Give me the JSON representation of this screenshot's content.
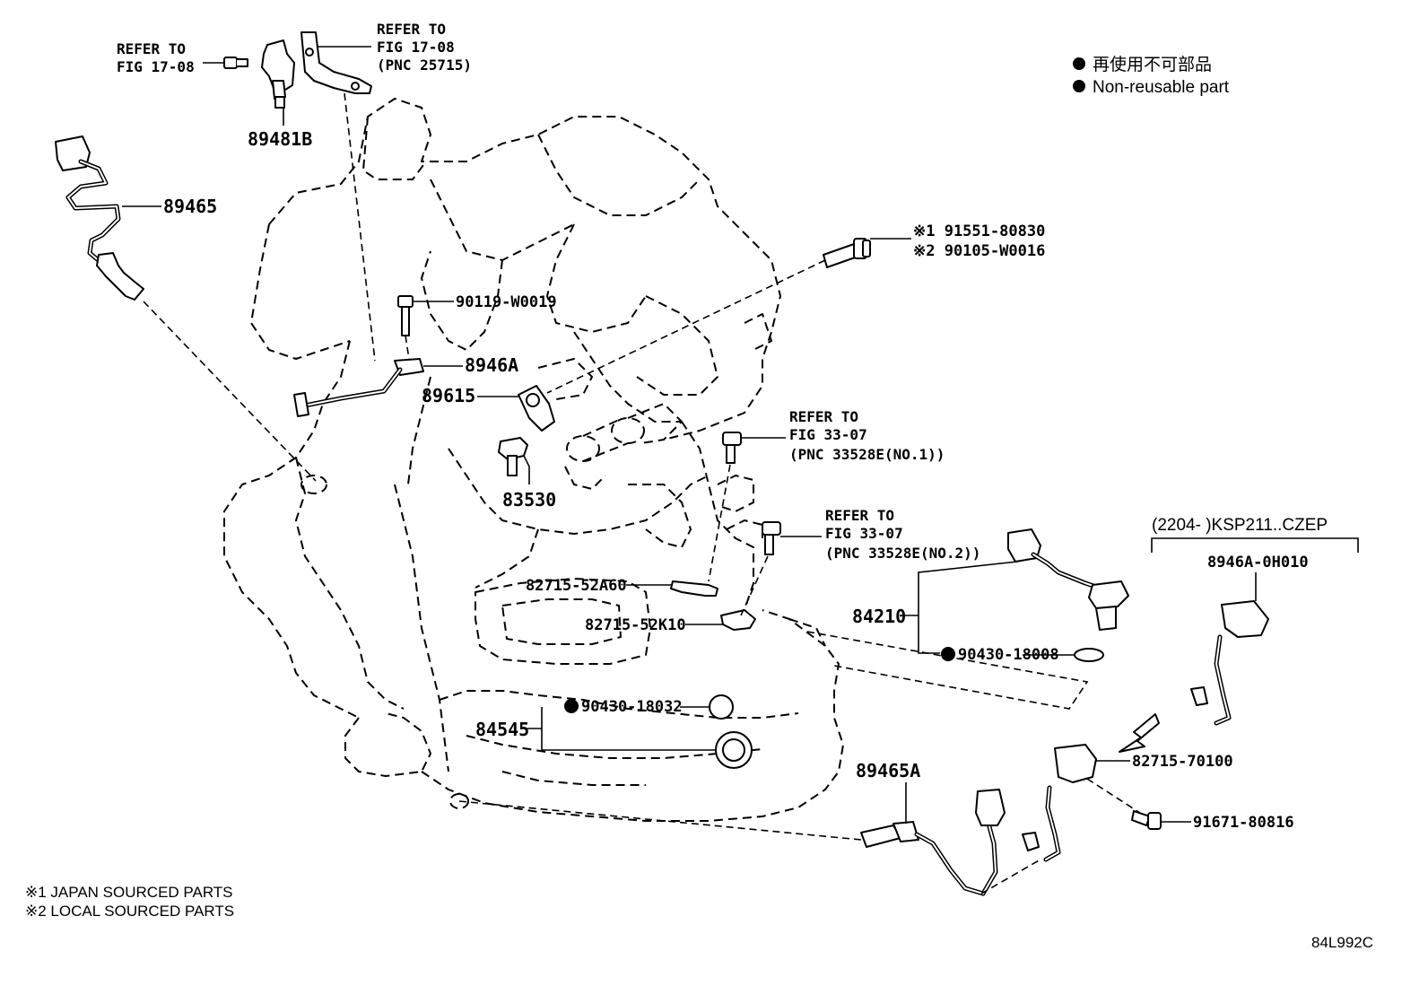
{
  "legend": {
    "jp": "再使用不可部品",
    "en": "Non-reusable part"
  },
  "footnotes": [
    "※1  JAPAN SOURCED PARTS",
    "※2  LOCAL SOURCED PARTS"
  ],
  "illustration_code": "84L992C",
  "variant": {
    "label": "(2204-     )KSP211..CZEP",
    "part": "8946A-0H010"
  },
  "refs": {
    "fig1708_left": [
      "REFER TO",
      "FIG 17-08"
    ],
    "fig1708_right": [
      "REFER TO",
      "FIG 17-08",
      "(PNC 25715)"
    ],
    "fig3307_no1": [
      "REFER TO",
      "FIG 33-07",
      "(PNC 33528E(NO.1))"
    ],
    "fig3307_no2": [
      "REFER TO",
      "FIG 33-07",
      "(PNC 33528E(NO.2))"
    ]
  },
  "parts": {
    "p89481B": "89481B",
    "p89465": "89465",
    "p91551": "※1 91551-80830",
    "p90105": "※2 90105-W0016",
    "p90119": "90119-W0019",
    "p8946A": "8946A",
    "p89615": "89615",
    "p83530": "83530",
    "p82715_52A60": "82715-52A60",
    "p82715_52K10": "82715-52K10",
    "p84210": "84210",
    "p90430_18008": "90430-18008",
    "p84545": "84545",
    "p90430_18032": "90430-18032",
    "p89465A": "89465A",
    "p82715_70100": "82715-70100",
    "p91671": "91671-80816"
  },
  "colors": {
    "ink": "#000000",
    "paper": "#ffffff"
  }
}
